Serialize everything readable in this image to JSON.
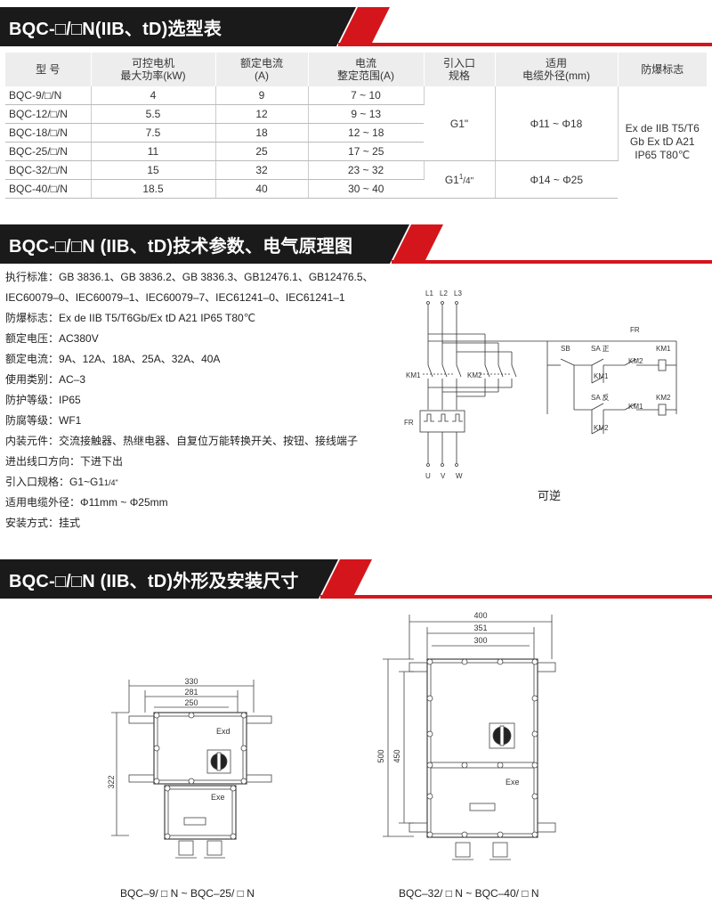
{
  "sections": {
    "selection_title": "BQC-□/□N(IIB、tD)选型表",
    "params_title": "BQC-□/□N (IIB、tD)技术参数、电气原理图",
    "dims_title": "BQC-□/□N (IIB、tD)外形及安装尺寸"
  },
  "table": {
    "headers": {
      "model": "型 号",
      "power_1": "可控电机",
      "power_2": "最大功率(kW)",
      "current_1": "额定电流",
      "current_2": "(A)",
      "range_1": "电流",
      "range_2": "整定范围(A)",
      "entry_1": "引入口",
      "entry_2": "规格",
      "cable_1": "适用",
      "cable_2": "电缆外径(mm)",
      "mark": "防爆标志"
    },
    "rows": [
      {
        "model": "BQC-9/□/N",
        "power": "4",
        "current": "9",
        "range": "7 ~ 10"
      },
      {
        "model": "BQC-12/□/N",
        "power": "5.5",
        "current": "12",
        "range": "9 ~ 13"
      },
      {
        "model": "BQC-18/□/N",
        "power": "7.5",
        "current": "18",
        "range": "12 ~ 18"
      },
      {
        "model": "BQC-25/□/N",
        "power": "11",
        "current": "25",
        "range": "17 ~ 25"
      },
      {
        "model": "BQC-32/□/N",
        "power": "15",
        "current": "32",
        "range": "23 ~ 32"
      },
      {
        "model": "BQC-40/□/N",
        "power": "18.5",
        "current": "40",
        "range": "30 ~ 40"
      }
    ],
    "entry_a": "G1\"",
    "entry_b_main": "G1",
    "entry_b_sup": "1",
    "entry_b_sub": "/4\"",
    "cable_a": "Φ11 ~ Φ18",
    "cable_b": "Φ14 ~ Φ25",
    "mark_1": "Ex de IIB T5/T6",
    "mark_2": "Gb Ex tD A21",
    "mark_3": "IP65 T80℃"
  },
  "specs": [
    "执行标准：GB 3836.1、GB 3836.2、GB 3836.3、GB12476.1、GB12476.5、",
    "IEC60079–0、IEC60079–1、IEC60079–7、IEC61241–0、IEC61241–1",
    "防爆标志：Ex de IIB T5/T6Gb/Ex tD A21 IP65 T80℃",
    "额定电压：AC380V",
    "额定电流：9A、12A、18A、25A、32A、40A",
    "使用类别：AC–3",
    "防护等级：IP65",
    "防腐等级：WF1",
    "内装元件：交流接触器、热继电器、自复位万能转换开关、按钮、接线端子",
    "进出线口方向：下进下出",
    "引入口规格：G1~G1",
    "适用电缆外径：Φ11mm ~ Φ25mm",
    "安装方式：挂式"
  ],
  "spec_entry_sub": "1/4\"",
  "circuit": {
    "caption": "可逆",
    "L1": "L1",
    "L2": "L2",
    "L3": "L3",
    "U": "U",
    "V": "V",
    "W": "W",
    "KM1": "KM1",
    "KM2": "KM2",
    "FR": "FR",
    "SB": "SB",
    "SA_fwd": "SA 正",
    "SA_rev": "SA 反"
  },
  "dims_small": {
    "w1": "330",
    "w2": "281",
    "w3": "250",
    "h": "322",
    "top_label": "Exd",
    "bottom_label": "Exe",
    "caption": "BQC–9/ □ N  ~  BQC–25/ □ N"
  },
  "dims_large": {
    "w1": "400",
    "w2": "351",
    "w3": "300",
    "h1": "500",
    "h2": "450",
    "label": "Exe",
    "caption": "BQC–32/ □ N  ~  BQC–40/ □ N"
  },
  "colors": {
    "banner_dark": "#1a1a1a",
    "banner_red": "#d4161c",
    "header_bg": "#ededed"
  }
}
